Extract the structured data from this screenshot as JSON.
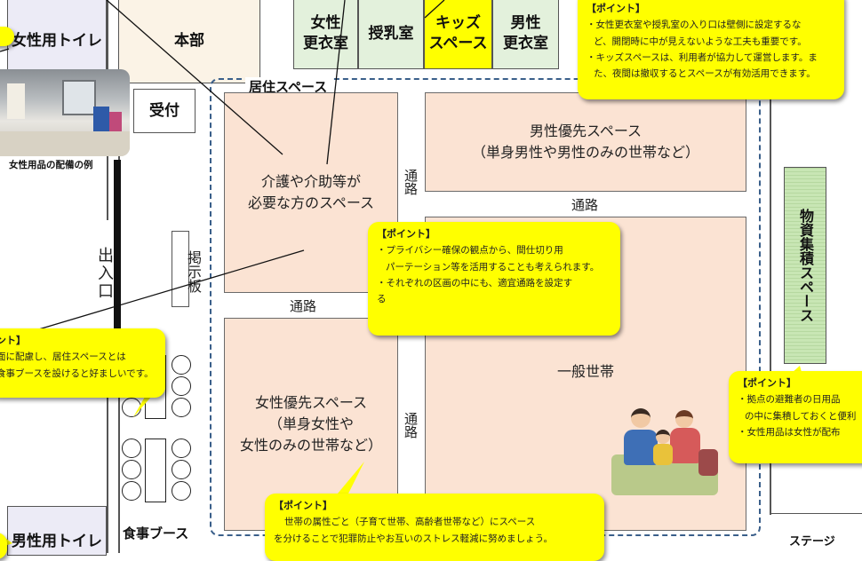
{
  "rooms": {
    "womens_toilet": "女性用トイレ",
    "headquarters": "本部",
    "women_changing": [
      "女性",
      "更衣室"
    ],
    "nursing_room": "授乳室",
    "kids_space": [
      "キッズ",
      "スペース"
    ],
    "men_changing": [
      "男性",
      "更衣室"
    ],
    "reception": "受付",
    "mens_toilet": "男性用トイレ",
    "stage": "ステージ",
    "supply_space": "物資集積スペース",
    "entrance": "出入口",
    "notice_board": "掲示板",
    "dining_booth": "食事ブース"
  },
  "photo_caption": "女性用品の配備の例",
  "living_area": {
    "title": "居住スペース",
    "care_space": [
      "介護や介助等が",
      "必要な方のスペース"
    ],
    "male_priority": [
      "男性優先スペース",
      "（単身男性や男性のみの世帯など）"
    ],
    "female_priority": [
      "女性優先スペース",
      "（単身女性や",
      "女性のみの世帯など）"
    ],
    "general_households": "一般世帯",
    "aisle_h": "通路",
    "aisle_v": "通路"
  },
  "points": {
    "top_right": {
      "title": "【ポイント】",
      "lines": [
        "・女性更衣室や授乳室の入り口は壁側に設定するな",
        "ど、開閉時に中が見えないような工夫も重要です。",
        "・キッズスペースは、利用者が協力して運営します。ま",
        "た、夜間は撤収するとスペースが有効活用できます。"
      ]
    },
    "center": {
      "title": "【ポイント】",
      "lines": [
        "・プライバシー確保の観点から、間仕切り用",
        "パーテーション等を活用することも考えられます。",
        "・それぞれの区画の中にも、適宜通路を設定す",
        "る"
      ]
    },
    "left": {
      "title": "ント】",
      "lines": [
        "面に配慮し、居住スペースとは",
        "食事ブースを設けると好ましいです。"
      ]
    },
    "right": {
      "title": "【ポイント】",
      "lines": [
        "・拠点の避難者の日用品",
        "の中に集積しておくと便利",
        "・女性用品は女性が配布"
      ]
    },
    "bottom": {
      "title": "【ポイント】",
      "lines": [
        "世帯の属性ごと（子育て世帯、高齢者世帯など）にスペース",
        "を分けることで犯罪防止やお互いのストレス軽減に努めましょう。"
      ]
    }
  },
  "colors": {
    "zone_fill": "#fbe3d3",
    "toilet_fill": "#ecebf6",
    "hq_fill": "#fbf3e6",
    "changing_fill": "#e3f1dc",
    "kids_fill": "#ffff00",
    "supply_fill": "#c8e6b4",
    "callout": "#ffff00",
    "dashed_border": "#3a5f8a"
  }
}
